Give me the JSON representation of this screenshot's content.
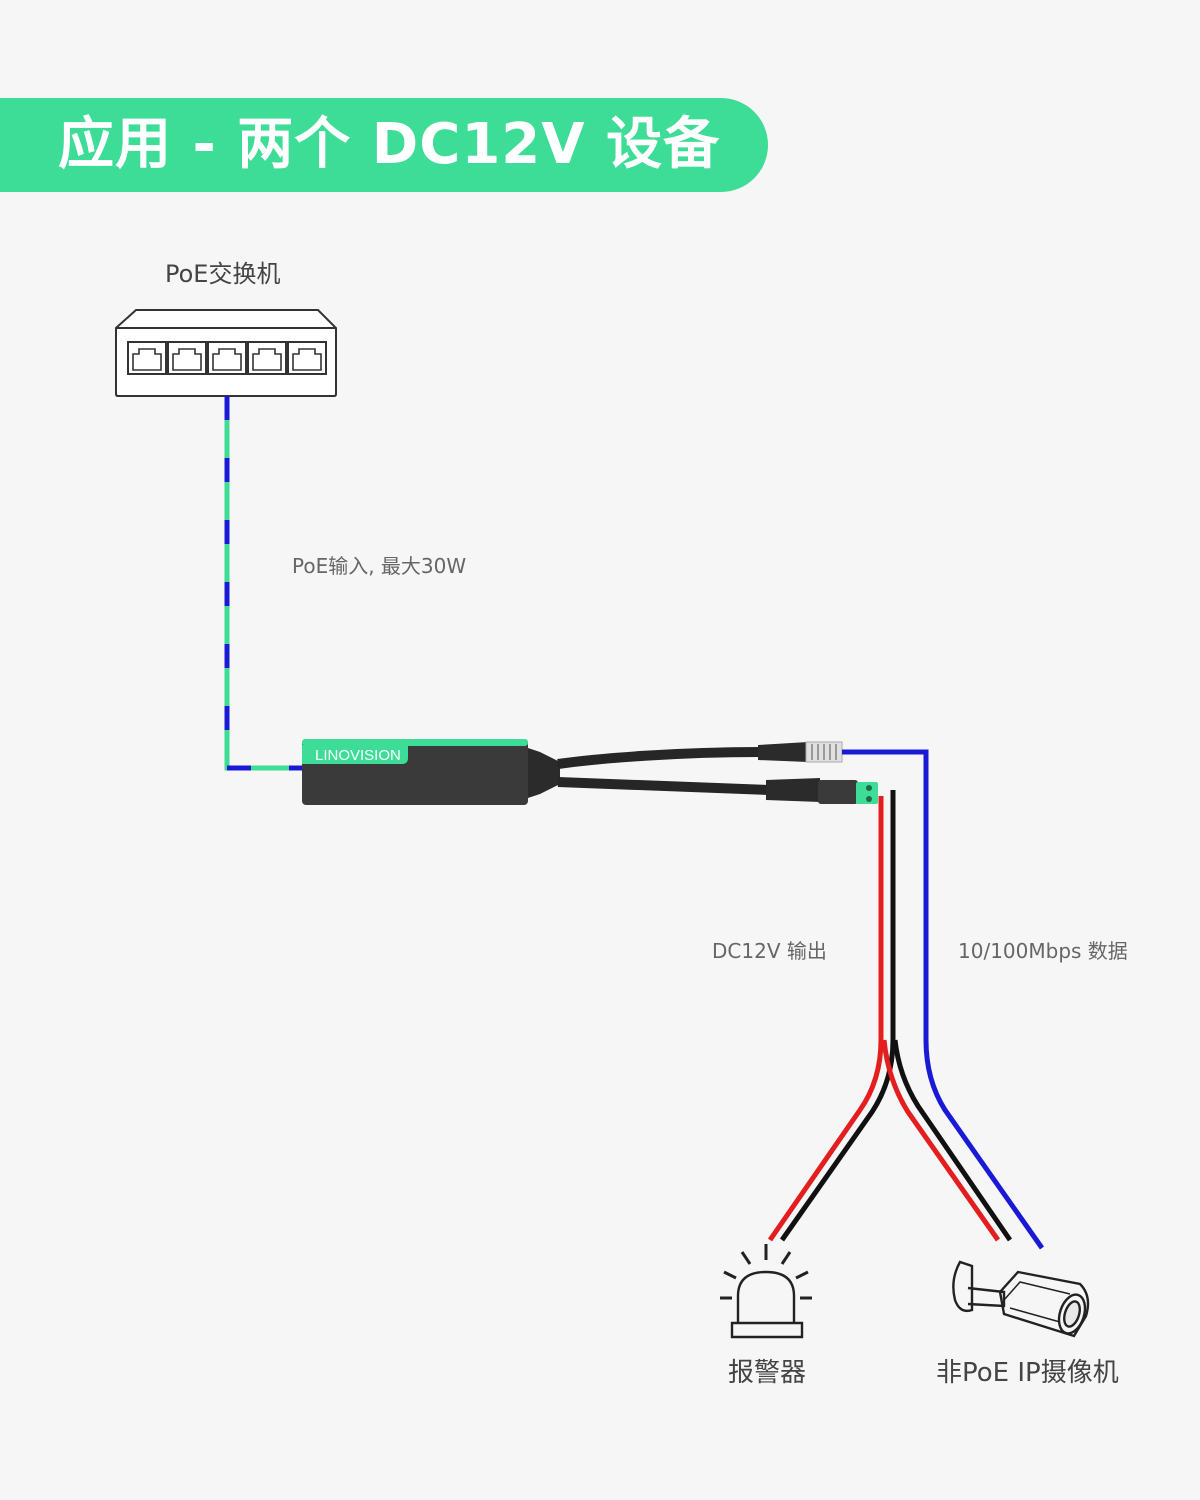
{
  "banner": {
    "title": "应用 - 两个 DC12V 设备",
    "color": "#3ddc97"
  },
  "devices": {
    "switch": {
      "label": "PoE交换机",
      "icon": "switch-icon"
    },
    "splitter": {
      "brand": "LINOVISION",
      "icon": "poe-splitter-icon"
    },
    "alarm": {
      "label": "报警器",
      "icon": "alarm-light-icon"
    },
    "camera": {
      "label": "非PoE IP摄像机",
      "icon": "bullet-camera-icon"
    }
  },
  "links": {
    "poe_input": {
      "label": "PoE输入, 最大30W"
    },
    "dc_output": {
      "label": "DC12V 输出"
    },
    "data": {
      "label": "10/100Mbps 数据"
    }
  },
  "colors": {
    "poe_cable_a": "#1a1ad6",
    "poe_cable_b": "#3ddc97",
    "power_positive": "#e41e1e",
    "power_negative": "#111111",
    "data_cable": "#1a1ad6"
  }
}
